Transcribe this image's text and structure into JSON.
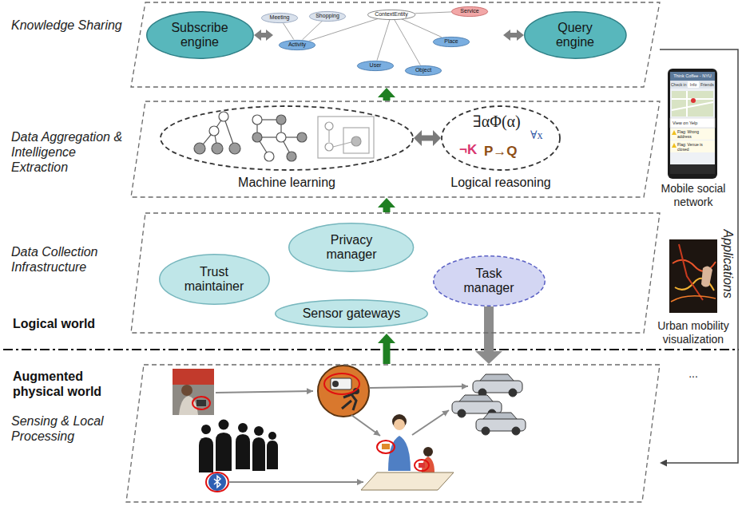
{
  "diagram": {
    "nodes": [
      {
        "text": [
          "Knowledge Sharing"
        ]
      },
      {
        "text": [
          "Subscribe engine"
        ],
        "in": 0
      },
      {
        "text": [
          "Meeting"
        ],
        "in": 0
      },
      {
        "text": [
          "Shopping"
        ],
        "in": 0
      },
      {
        "text": [
          "ContextEntity"
        ],
        "in": 0
      },
      {
        "text": [
          "Service"
        ],
        "in": 0
      },
      {
        "text": [
          "Activity"
        ],
        "in": 0
      },
      {
        "text": [
          "Place"
        ],
        "in": 0
      },
      {
        "text": [
          "User"
        ],
        "in": 0
      },
      {
        "text": [
          "Object"
        ],
        "in": 0
      },
      {
        "text": [
          "Query engine"
        ],
        "in": 0
      },
      {
        "text": [
          "Data Aggregation & Intelligence Extraction"
        ]
      },
      {
        "text": [
          "Machine learning"
        ],
        "in": 11
      },
      {
        "text": [
          "Logical reasoning"
        ],
        "in": 11
      },
      {
        "text": [
          "Data Collection Infrastructure"
        ]
      },
      {
        "text": [
          "Privacy manager"
        ],
        "in": 14
      },
      {
        "text": [
          "Trust maintainer"
        ],
        "in": 14
      },
      {
        "text": [
          "Task manager"
        ],
        "in": 14
      },
      {
        "text": [
          "Sensor gateways"
        ],
        "in": 14
      },
      {
        "text": [
          "Sensing & Local Processing"
        ]
      }
    ],
    "edges": [
      {
        "from": 4,
        "to": 6,
        "arrow": "none"
      },
      {
        "from": 4,
        "to": 5,
        "arrow": "none"
      },
      {
        "from": 4,
        "to": 7,
        "arrow": "none"
      },
      {
        "from": 4,
        "to": 8,
        "arrow": "none"
      },
      {
        "from": 4,
        "to": 9,
        "arrow": "none"
      },
      {
        "from": 6,
        "to": 2,
        "arrow": "none"
      },
      {
        "from": 6,
        "to": 3,
        "arrow": "none"
      },
      {
        "from": 12,
        "to": 13,
        "arrow": "both"
      },
      {
        "from": 19,
        "to": 14,
        "arrow": "to"
      },
      {
        "from": 14,
        "to": 11,
        "arrow": "to"
      },
      {
        "from": 11,
        "to": 0,
        "arrow": "to"
      },
      {
        "from": 17,
        "to": 19,
        "arrow": "to"
      },
      {
        "from": 0,
        "to": 19,
        "arrow": "to"
      }
    ],
    "labels": [
      "Logical world",
      "Augmented physical world",
      "∃αΦ(α)",
      "¬K",
      "P→Q",
      "∀x",
      "Think Coffee - NYU",
      "Check in",
      "Info",
      "Friends",
      "View on Yelp",
      "Flag: Wrong address",
      "Flag: Venue is closed",
      "Mobile social network",
      "Urban mobility visualization",
      "...",
      "Applications"
    ]
  }
}
